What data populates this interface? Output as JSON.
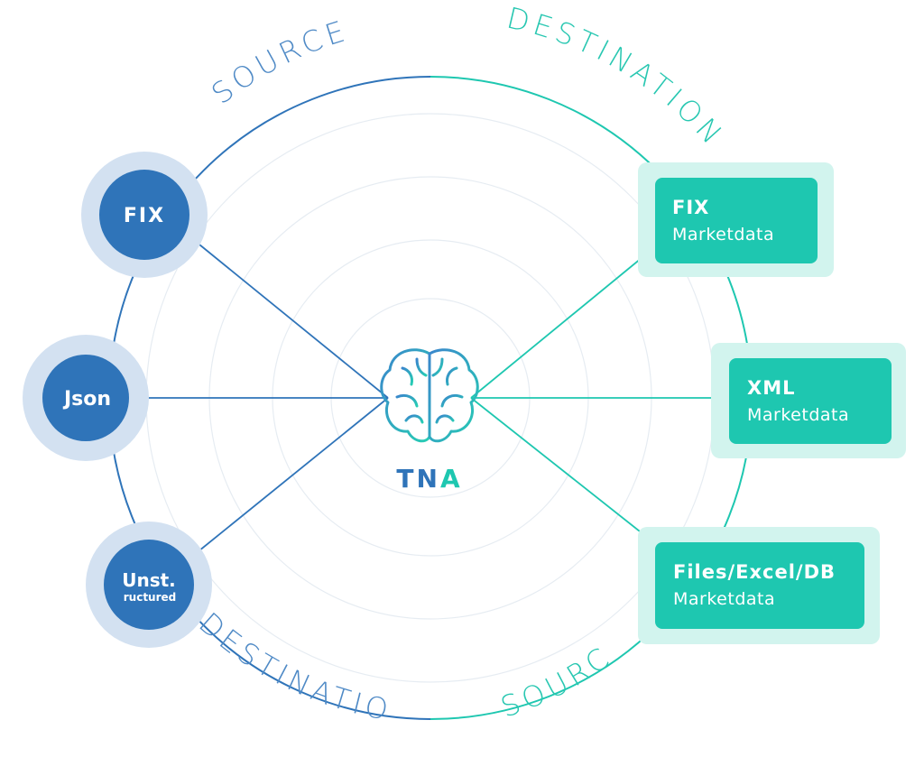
{
  "colors": {
    "blue": "#2f74b9",
    "blue_halo": "#d3e1f1",
    "teal": "#1ec7b0",
    "teal_halo": "#d2f4ee",
    "brain_blue": "#3c8fd0",
    "brain_teal": "#2bcdb6"
  },
  "hub": {
    "label_prefix": "TN",
    "label_suffix": "A",
    "icon": "brain-icon"
  },
  "arc_labels": {
    "source_top": "SOURCE",
    "destination_top": "DESTINATION",
    "destination_bottom": "DESTINATION",
    "source_bottom": "SOURCE"
  },
  "left_nodes": {
    "fix": {
      "label": "FIX"
    },
    "json": {
      "label": "Json"
    },
    "unstructured": {
      "label": "Unst.",
      "sublabel": "ructured"
    }
  },
  "right_boxes": {
    "fix": {
      "title": "FIX",
      "subtitle": "Marketdata"
    },
    "xml": {
      "title": "XML",
      "subtitle": "Marketdata"
    },
    "files": {
      "title": "Files/Excel/DB",
      "subtitle": "Marketdata"
    }
  }
}
